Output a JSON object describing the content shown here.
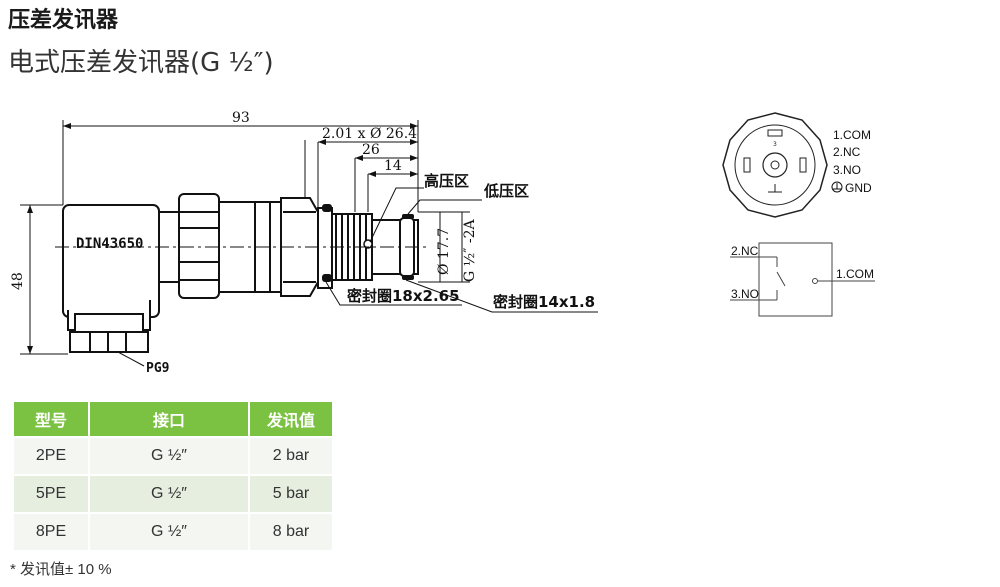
{
  "header": {
    "title": "压差发讯器",
    "subtitle": "电式压差发讯器(G ½″)"
  },
  "drawing": {
    "dim_overall_length": "93",
    "dim_thread_spec": "2.01 x Ø 26.4",
    "dim_26": "26",
    "dim_14": "14",
    "dim_height": "48",
    "dia_17_7": "Ø 17.7",
    "thread_label": "G ½″ -2A",
    "label_high": "高压区",
    "label_low": "低压区",
    "connector_label": "DIN43650",
    "gland_label": "PG9",
    "seal_1": "密封圈18x2.65",
    "seal_2": "密封圈14x1.8"
  },
  "pinout": {
    "pin_1": "1.COM",
    "pin_2": "2.NC",
    "pin_3": "3.NO",
    "pin_gnd": "GND",
    "face_mark_3": "3"
  },
  "schematic": {
    "nc": "2.NC",
    "no": "3.NO",
    "com": "1.COM"
  },
  "table": {
    "headers": [
      "型号",
      "接口",
      "发讯值"
    ],
    "rows": [
      [
        "2PE",
        "G ½″",
        "2 bar"
      ],
      [
        "5PE",
        "G ½″",
        "5 bar"
      ],
      [
        "8PE",
        "G ½″",
        "8 bar"
      ]
    ]
  },
  "footnote": "* 发讯值± 10 %",
  "colors": {
    "header_green": "#7cc242",
    "row_light": "#e6eee0"
  }
}
